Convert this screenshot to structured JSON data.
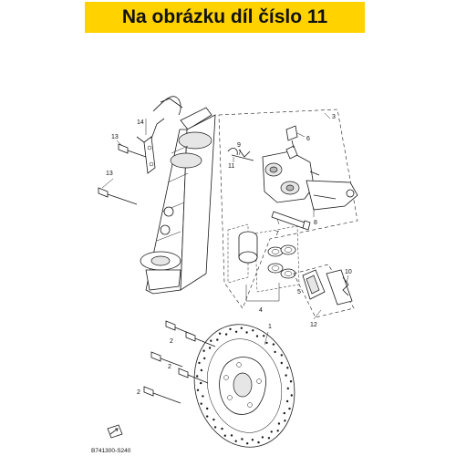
{
  "banner": {
    "text": "Na obrázku díl číslo 11",
    "color": "#ffd200"
  },
  "callouts": {
    "c1": "1",
    "c2a": "2",
    "c2b": "2",
    "c2c": "2",
    "c3": "3",
    "c4": "4",
    "c5": "5",
    "c6": "6",
    "c7": "7",
    "c8": "8",
    "c9": "9",
    "c10": "10",
    "c11": "11",
    "c12": "12",
    "c13a": "13",
    "c13b": "13",
    "c14": "14"
  },
  "diagram_code": "B741300-S240",
  "icons": {
    "front_arrow": "front-arrow-icon"
  }
}
